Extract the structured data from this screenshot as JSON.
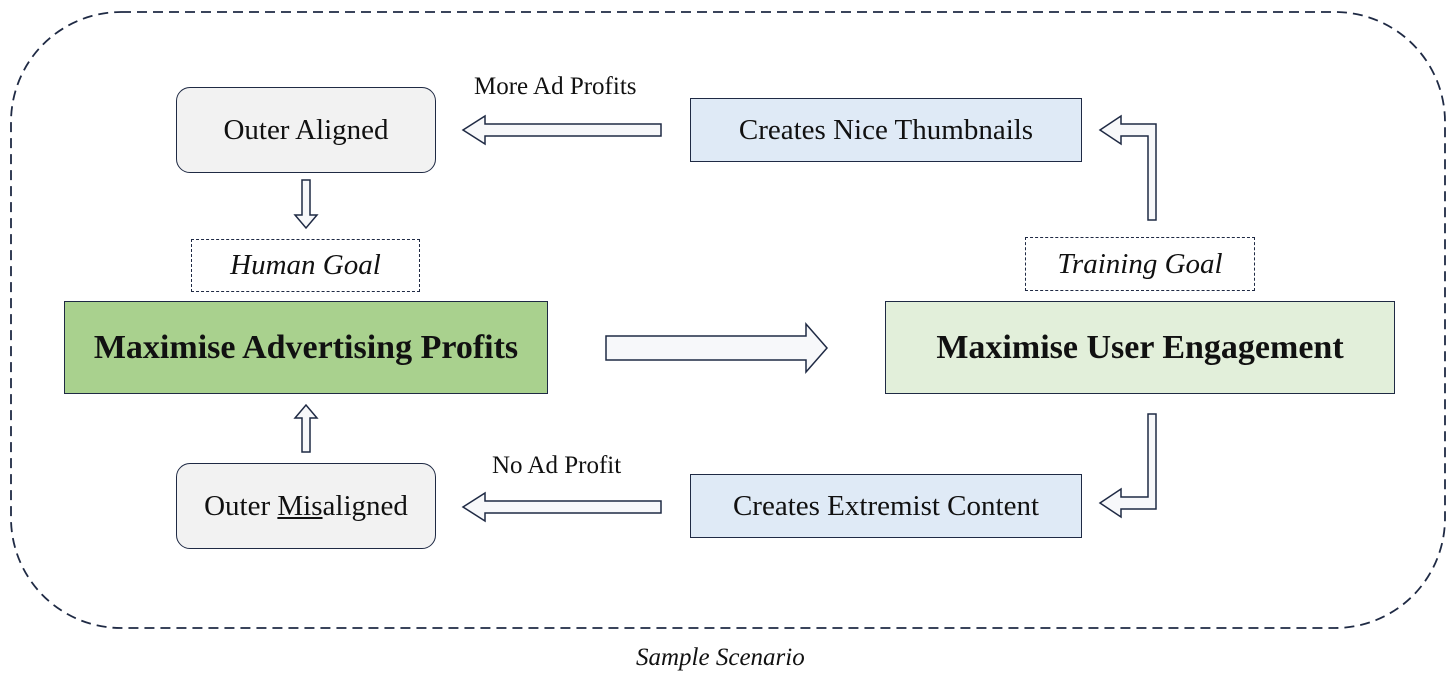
{
  "nodes": {
    "outer_aligned": "Outer Aligned",
    "outer_misaligned_prefix": "Outer ",
    "outer_misaligned_underlined": "Mis",
    "outer_misaligned_suffix": "aligned",
    "human_goal": "Human Goal",
    "training_goal": "Training Goal",
    "maximise_advertising_profits": "Maximise Advertising Profits",
    "maximise_user_engagement": "Maximise User Engagement",
    "creates_nice_thumbnails": "Creates Nice Thumbnails",
    "creates_extremist_content": "Creates Extremist Content"
  },
  "edges": {
    "more_ad_profits": "More Ad Profits",
    "no_ad_profit": "No Ad Profit"
  },
  "caption": "Sample Scenario",
  "colors": {
    "stroke": "#1f2a44",
    "rounded_fill": "#f2f2f2",
    "blue_fill": "#dfeaf6",
    "green_dark": "#a9d18e",
    "green_light": "#e2efda",
    "arrow_fill": "#f7f8fa"
  }
}
